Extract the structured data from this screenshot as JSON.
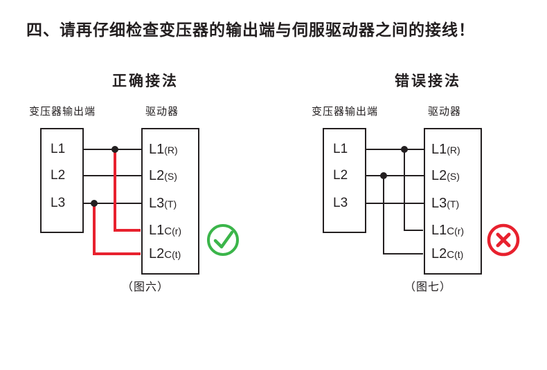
{
  "title": "四、请再仔细检查变压器的输出端与伺服驱动器之间的接线！",
  "colors": {
    "ink": "#231f20",
    "wire_red": "#e8212e",
    "check_green": "#3bb54a",
    "cross_red": "#e8212e"
  },
  "panels": [
    {
      "heading": "正确接法",
      "transformer_label": "变压器输出端",
      "driver_label": "驱动器",
      "transformer_terminals": [
        "L1",
        "L2",
        "L3"
      ],
      "driver_terminals": [
        {
          "big": "L1",
          "sub": "",
          "small": "(R)"
        },
        {
          "big": "L2",
          "sub": "",
          "small": "(S)"
        },
        {
          "big": "L3",
          "sub": "",
          "small": "(T)"
        },
        {
          "big": "L1",
          "sub": "C",
          "small": "(r)"
        },
        {
          "big": "L2",
          "sub": "C",
          "small": "(t)"
        }
      ],
      "result": "correct",
      "caption": "（图六）"
    },
    {
      "heading": "错误接法",
      "transformer_label": "变压器输出端",
      "driver_label": "驱动器",
      "transformer_terminals": [
        "L1",
        "L2",
        "L3"
      ],
      "driver_terminals": [
        {
          "big": "L1",
          "sub": "",
          "small": "(R)"
        },
        {
          "big": "L2",
          "sub": "",
          "small": "(S)"
        },
        {
          "big": "L3",
          "sub": "",
          "small": "(T)"
        },
        {
          "big": "L1",
          "sub": "C",
          "small": "(r)"
        },
        {
          "big": "L2",
          "sub": "C",
          "small": "(t)"
        }
      ],
      "result": "wrong",
      "caption": "（图七）"
    }
  ]
}
